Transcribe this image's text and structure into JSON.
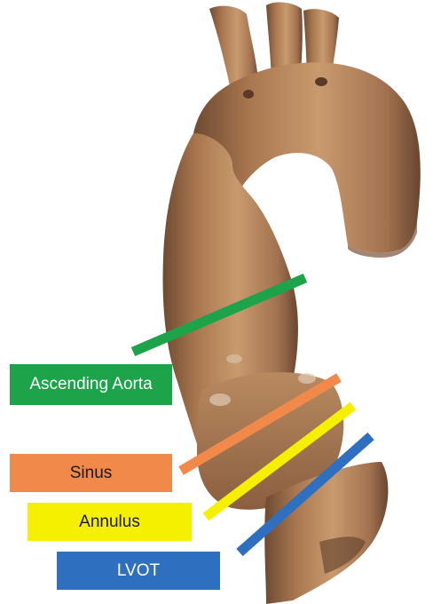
{
  "figure": {
    "subject": "aorta-3d-render",
    "levels": [
      {
        "id": "ascending-aorta",
        "label": "Ascending Aorta",
        "color": "#1da34a",
        "text_color": "#ffffff"
      },
      {
        "id": "sinus",
        "label": "Sinus",
        "color": "#f0894a",
        "text_color": "#1a1a1a"
      },
      {
        "id": "annulus",
        "label": "Annulus",
        "color": "#f5f000",
        "text_color": "#1a1a1a"
      },
      {
        "id": "lvot",
        "label": "LVOT",
        "color": "#2f6fc0",
        "text_color": "#ffffff"
      }
    ]
  }
}
